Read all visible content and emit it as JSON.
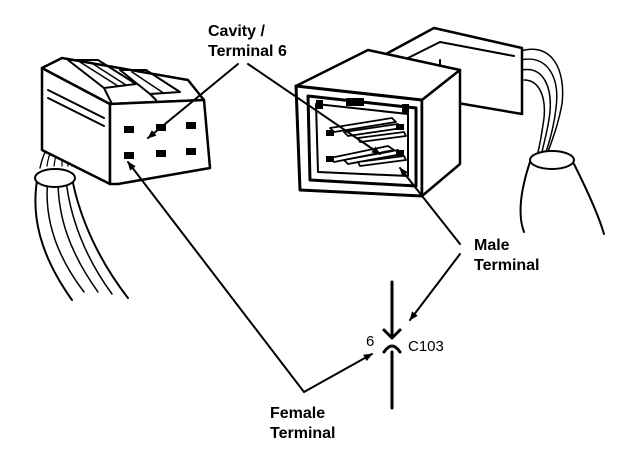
{
  "labels": {
    "cavity_line1": "Cavity /",
    "cavity_line2": "Terminal 6",
    "male_line1": "Male",
    "male_line2": "Terminal",
    "female_line1": "Female",
    "female_line2": "Terminal",
    "cavity_number": "6",
    "connector_id": "C103"
  },
  "colors": {
    "ink": "#000000",
    "paper": "#ffffff"
  }
}
